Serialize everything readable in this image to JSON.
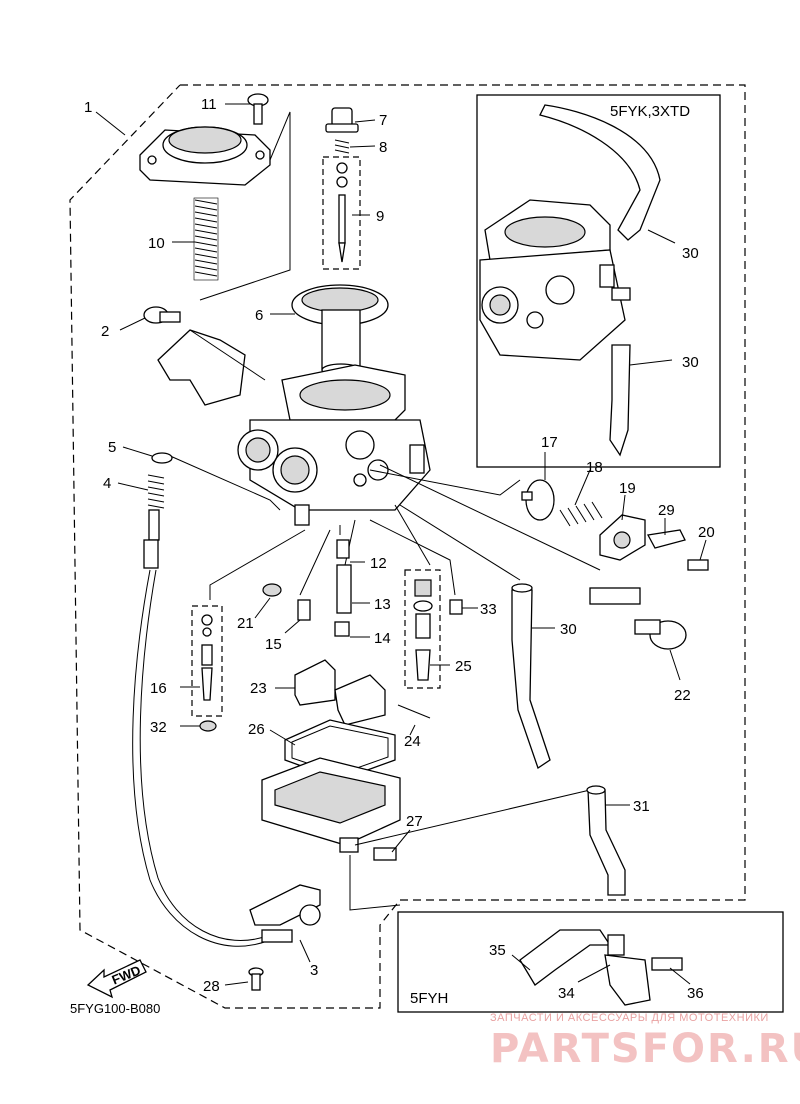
{
  "diagram": {
    "code": "5FYG100-B080",
    "fwd_label": "FWD",
    "inset_top_label": "5FYK,3XTD",
    "inset_bottom_label": "5FYH",
    "callouts": {
      "c1": "1",
      "c2": "2",
      "c3": "3",
      "c4": "4",
      "c5": "5",
      "c6": "6",
      "c7": "7",
      "c8": "8",
      "c9": "9",
      "c10": "10",
      "c11": "11",
      "c12": "12",
      "c13": "13",
      "c14": "14",
      "c15": "15",
      "c16": "16",
      "c17": "17",
      "c18": "18",
      "c19": "19",
      "c20": "20",
      "c21": "21",
      "c22": "22",
      "c23": "23",
      "c24": "24",
      "c25": "25",
      "c26": "26",
      "c27": "27",
      "c28": "28",
      "c29": "29",
      "c30a": "30",
      "c30b": "30",
      "c30c": "30",
      "c31": "31",
      "c32": "32",
      "c33": "33",
      "c34": "34",
      "c35": "35",
      "c36": "36"
    }
  },
  "watermark": {
    "tagline": "ЗАПЧАСТИ И АКСЕССУАРЫ ДЛЯ МОТОТЕХНИКИ",
    "site": "PARTSFOR.RU"
  }
}
